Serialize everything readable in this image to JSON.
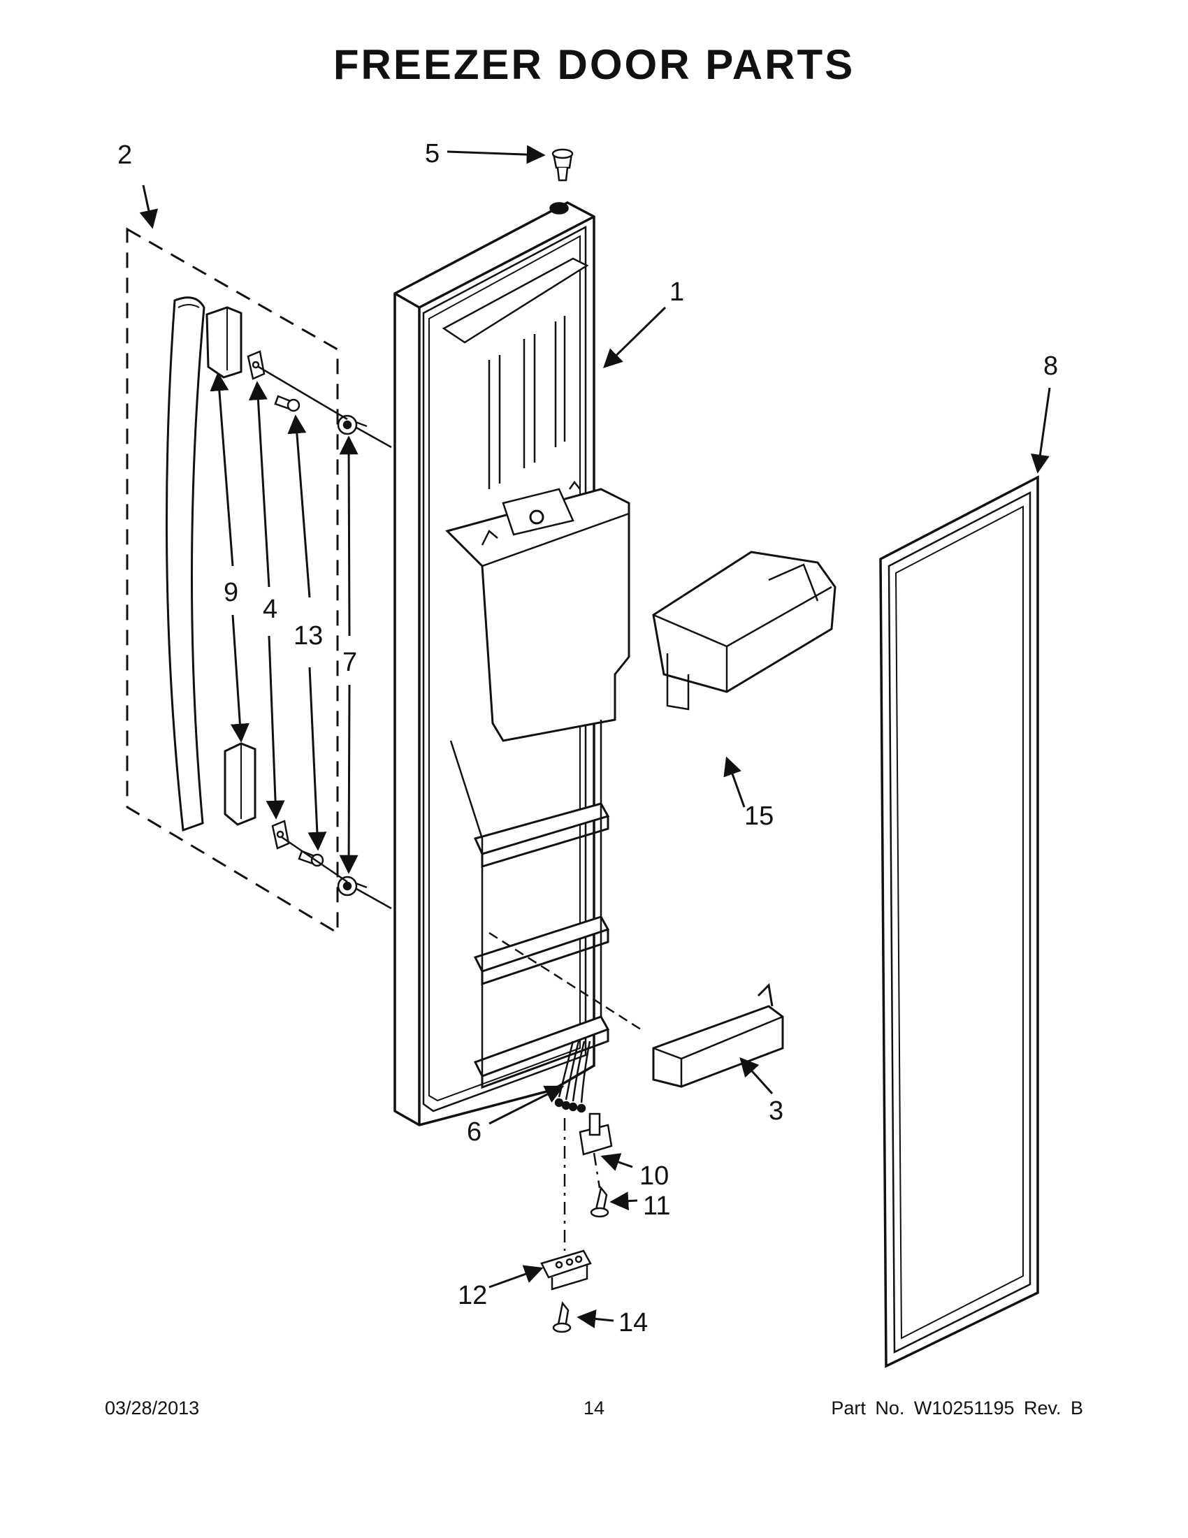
{
  "title": "FREEZER DOOR PARTS",
  "callouts": {
    "p1": "1",
    "p2": "2",
    "p3": "3",
    "p4": "4",
    "p5": "5",
    "p6": "6",
    "p7": "7",
    "p8": "8",
    "p9": "9",
    "p10": "10",
    "p11": "11",
    "p12": "12",
    "p13": "13",
    "p14": "14",
    "p15": "15"
  },
  "footer": {
    "date": "03/28/2013",
    "page": "14",
    "part_no": "Part No.  W10251195  Rev.  B"
  }
}
